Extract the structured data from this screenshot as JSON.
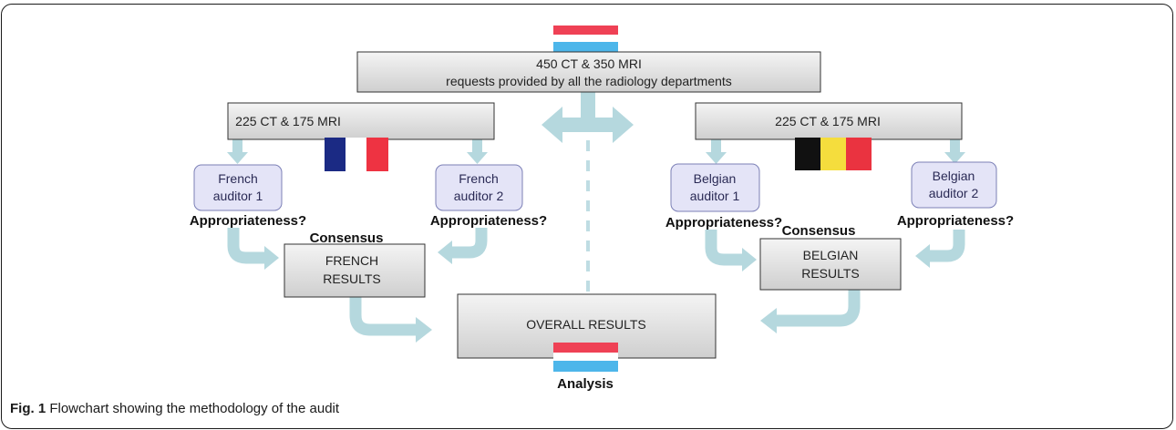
{
  "diagram": {
    "top_box": {
      "line1": "450 CT & 350 MRI",
      "line2": "requests provided by all the radiology departments"
    },
    "french_box": "225 CT & 175 MRI",
    "belgian_box": "225 CT & 175 MRI",
    "french_auditor_1": {
      "line1": "French",
      "line2": "auditor 1"
    },
    "french_auditor_2": {
      "line1": "French",
      "line2": "auditor 2"
    },
    "belgian_auditor_1": {
      "line1": "Belgian",
      "line2": "auditor 1"
    },
    "belgian_auditor_2": {
      "line1": "Belgian",
      "line2": "auditor 2"
    },
    "appropriateness": "Appropriateness?",
    "consensus": "Consensus",
    "french_results": {
      "line1": "FRENCH",
      "line2": "RESULTS"
    },
    "belgian_results": {
      "line1": "BELGIAN",
      "line2": "RESULTS"
    },
    "overall_results": "OVERALL RESULTS",
    "analysis": "Analysis",
    "colors": {
      "box_fill_top": "#f4f4f4",
      "box_fill_bottom": "#cfcfcf",
      "auditor_fill": "#e4e4f7",
      "auditor_border": "#7b7fb6",
      "arrow_fill": "#b5d8de",
      "dashed_line": "#bfdde3",
      "lux_red": "#ef4155",
      "lux_blue": "#4db6ea",
      "fr_blue": "#1b2a84",
      "fr_red": "#ee3342",
      "be_black": "#111111",
      "be_yellow": "#f5dd3d",
      "be_red": "#ea3340"
    }
  },
  "caption": {
    "label": "Fig. 1",
    "text": "Flowchart showing the methodology of the audit"
  }
}
